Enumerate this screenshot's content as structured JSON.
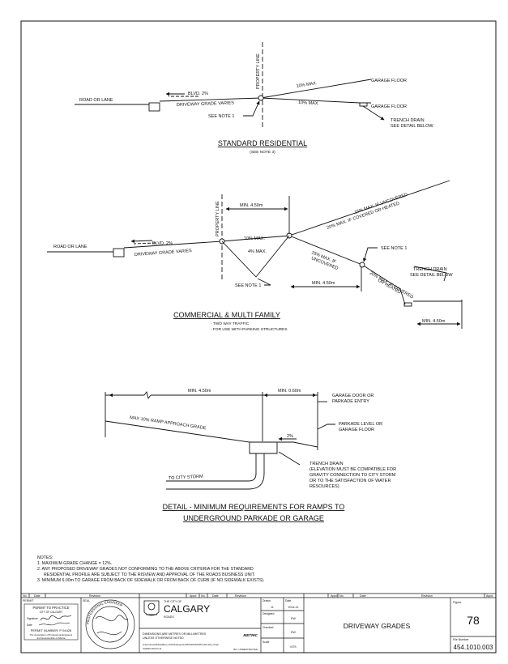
{
  "standard": {
    "road": "ROAD OR LANE",
    "blvd": "BLVD. 2%",
    "driveway": "DRIVEWAY GRADE VARIES",
    "property_line": "PROPERTY LINE",
    "max_upper": "10% MAX.",
    "max_lower": "10% MAX.",
    "garage_floor_upper": "GARAGE FLOOR",
    "garage_floor_lower": "GARAGE FLOOR",
    "see_note": "SEE NOTE 1",
    "trench_1": "TRENCH DRAIN",
    "trench_2": "SEE DETAIL BELOW",
    "title": "STANDARD RESIDENTIAL",
    "subtitle": "(SEE NOTE 3)"
  },
  "commercial": {
    "road": "ROAD OR LANE",
    "blvd": "BLVD. 2%",
    "driveway": "DRIVEWAY GRADE VARIES",
    "property_line": "PROPERTY LINE",
    "min_top": "MIN. 4.50m",
    "max_10": "10% MAX.",
    "max_4": "4% MAX.",
    "uncovered_top": "15% MAX. IF UNCOVERED",
    "covered_top": "20% MAX. IF COVERED OR HEATED",
    "uncovered_1": "15% MAX. IF",
    "uncovered_2": "UNCOVERED",
    "covered_1": "20% MAX. IF COVERED",
    "covered_2": "OR HEATED",
    "see_note_left": "SEE NOTE 1",
    "see_note_right": "SEE NOTE 1",
    "min_mid": "MIN. 4.50m",
    "min_right": "MIN. 4.50m",
    "trench_1": "TRENCH DRAIN",
    "trench_2": "SEE DETAIL BELOW",
    "title": "COMMERCIAL & MULTI FAMILY",
    "bullet_1": "- TWO WAY TRAFFIC",
    "bullet_2": "- FOR USE WITH PARKING STRUCTURES"
  },
  "detail": {
    "min_left": "MIN. 4.50m",
    "min_right": "MIN. 0.60m",
    "door_1": "GARAGE DOOR OR",
    "door_2": "PARKADE ENTRY",
    "ramp": "MAX 10% RAMP APPROACH GRADE",
    "level_1": "PARKADE LEVEL OR",
    "level_2": "GARAGE FLOOR",
    "slope": "2%",
    "storm": "TO CITY STORM",
    "trench_1": "TRENCH DRAIN",
    "trench_2": "(ELEVATION MUST BE COMPATIBLE FOR",
    "trench_3": "GRAVITY CONNECTION TO CITY STORM",
    "trench_4": "OR TO THE SATISFACTION OF WATER",
    "trench_5": "RESOURCES)",
    "title_1": "DETAIL - MINIMUM REQUIREMENTS FOR RAMPS TO",
    "title_2": "UNDERGROUND PARKADE OR GARAGE"
  },
  "notes": {
    "heading": "NOTES:",
    "n1": "1.  MAXIMUM GRADE CHANGE = 12%.",
    "n2a": "2.  ANY PROPOSED DRIVEWAY GRADES NOT CONFORMING TO THE ABOVE CRITERIA FOR THE STANDARD",
    "n2b": "RESIDENTIAL PROFILE ARE SUBJECT TO THE RISVIEW AND APPROVAL OF THE ROADS BUSINESS UNIT.",
    "n3": "3.  MINIMUM 6.00m TO GARAGE FROM BACK OF SIDEWALK OR FROM BACK OF CURB (IF NO SIDEWALK EXISTS)."
  },
  "titleblock": {
    "col_no": "No.",
    "col_date": "Date",
    "col_revision": "Revision",
    "col_appd": "Appd",
    "col_no2": "No.",
    "col_date2": "Date",
    "col_revision2": "Revision",
    "col_appd_r": "Appd",
    "col_no_r": "No.",
    "col_date_r": "Date",
    "col_revision_r": "Revision",
    "col_appd_r2": "Appd",
    "permit": "PERMIT",
    "seal": "SEAL",
    "permit_title": "PERMIT TO PRACTICE",
    "permit_city": "CITY OF CALGARY",
    "permit_sig": "Signature",
    "permit_date": "Date",
    "permit_number": "PERMIT NUMBER: P 04428",
    "permit_assoc_1": "The Association of Professional Engineers",
    "permit_assoc_2": "and Geoscientists of Alberta",
    "stamp_text": "PROFESSIONAL ENGINEER",
    "city_of": "THE CITY OF",
    "city": "CALGARY",
    "roads": "ROADS",
    "dims_1": "DIMENSIONS ARE METRES OR MILLIMETRES",
    "dims_2": "UNLESS OTHERWISE NOTED",
    "metric": "METRIC",
    "path": "Z:\\permanent\\fileRead\\Ecro_2014\\drawing Files\\454\\1010\\003\\454.1010.003_v4.dgn",
    "plot": "SHA649 2015-10-11",
    "drawn_lbl": "Drawn",
    "drawn": "JL",
    "date_lbl": "Date",
    "date": "2014-11",
    "designed_lbl": "Designed",
    "designed": "EW",
    "checked_lbl": "Checked",
    "checked": "EW",
    "scale_lbl": "Scale",
    "scale": "NTS",
    "classification": "ISC: UNRESTRICTED",
    "drawing_title": "DRIVEWAY GRADES",
    "figure_lbl": "Figure",
    "figure": "78",
    "file_lbl": "File Number",
    "file": "454.1010.003"
  }
}
